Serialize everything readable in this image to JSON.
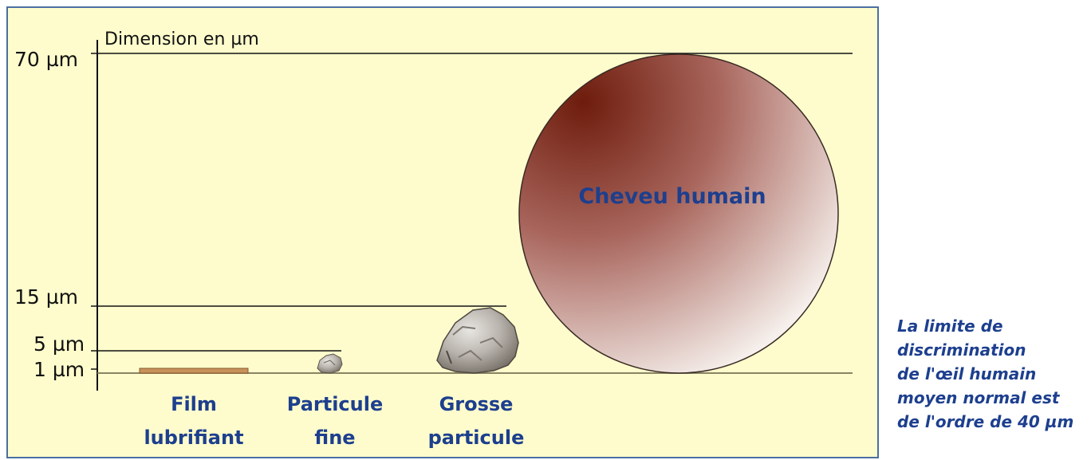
{
  "axis": {
    "title": "Dimension en µm",
    "ticks": [
      "70 µm",
      "15 µm",
      "5 µm",
      "1 µm"
    ]
  },
  "items": {
    "film": [
      "Film",
      "lubrifiant"
    ],
    "fine": [
      "Particule",
      "fine"
    ],
    "large": [
      "Grosse",
      "particule"
    ],
    "hair": "Cheveu humain"
  },
  "note": {
    "lines": [
      "La limite de",
      "discrimination",
      "de l'œil humain",
      "moyen normal est",
      "de l'ordre de 40 µm"
    ]
  },
  "colors": {
    "panel_background": "#fefccc",
    "panel_border": "#4b6fa3",
    "label_text": "#1d3f8e",
    "hair_dark": "#7a2412",
    "hair_light": "#f4ece6",
    "film": "#c8935a"
  },
  "icons": {
    "fine_particle": "small-rock-icon",
    "large_particle": "rock-icon"
  }
}
